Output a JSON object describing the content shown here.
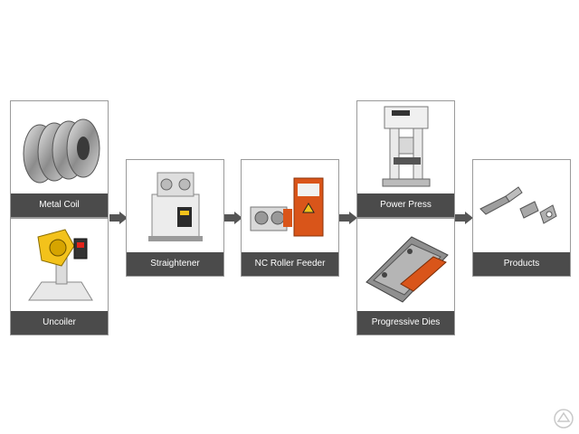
{
  "stages": {
    "metal_coil": "Metal Coil",
    "uncoiler": "Uncoiler",
    "straightener": "Straightener",
    "nc_roller_feeder": "NC Roller Feeder",
    "power_press": "Power Press",
    "progressive_dies": "Progressive Dies",
    "products": "Products"
  },
  "colors": {
    "label_bg": "#4b4b4b",
    "border": "#9a9a9a",
    "arrow": "#555555",
    "accent_red": "#e2231a",
    "accent_yellow": "#f3c21b",
    "accent_orange": "#d9551a"
  }
}
